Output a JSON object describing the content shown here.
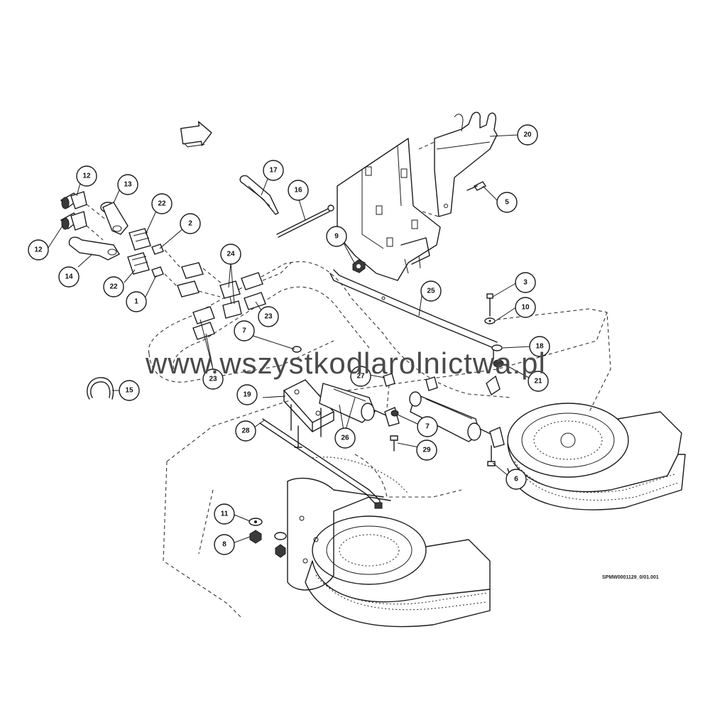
{
  "watermark": "www.wszystkodlarolnictwa.pl",
  "drawing_code": "SPMW0001129_0/01.001",
  "callouts": [
    {
      "id": "c12a",
      "label": "12"
    },
    {
      "id": "c13",
      "label": "13"
    },
    {
      "id": "c12b",
      "label": "12"
    },
    {
      "id": "c14",
      "label": "14"
    },
    {
      "id": "c22a",
      "label": "22"
    },
    {
      "id": "c2",
      "label": "2"
    },
    {
      "id": "c22b",
      "label": "22"
    },
    {
      "id": "c1",
      "label": "1"
    },
    {
      "id": "c17",
      "label": "17"
    },
    {
      "id": "c16",
      "label": "16"
    },
    {
      "id": "c24",
      "label": "24"
    },
    {
      "id": "c23a",
      "label": "23"
    },
    {
      "id": "c23b",
      "label": "23"
    },
    {
      "id": "c7a",
      "label": "7"
    },
    {
      "id": "c9",
      "label": "9"
    },
    {
      "id": "c20",
      "label": "20"
    },
    {
      "id": "c5",
      "label": "5"
    },
    {
      "id": "c25",
      "label": "25"
    },
    {
      "id": "c3",
      "label": "3"
    },
    {
      "id": "c10",
      "label": "10"
    },
    {
      "id": "c18",
      "label": "18"
    },
    {
      "id": "c21",
      "label": "21"
    },
    {
      "id": "c27",
      "label": "27"
    },
    {
      "id": "c15",
      "label": "15"
    },
    {
      "id": "c19",
      "label": "19"
    },
    {
      "id": "c26",
      "label": "26"
    },
    {
      "id": "c28",
      "label": "28"
    },
    {
      "id": "c7b",
      "label": "7"
    },
    {
      "id": "c29",
      "label": "29"
    },
    {
      "id": "c6",
      "label": "6"
    },
    {
      "id": "c11",
      "label": "11"
    },
    {
      "id": "c8",
      "label": "8"
    }
  ]
}
